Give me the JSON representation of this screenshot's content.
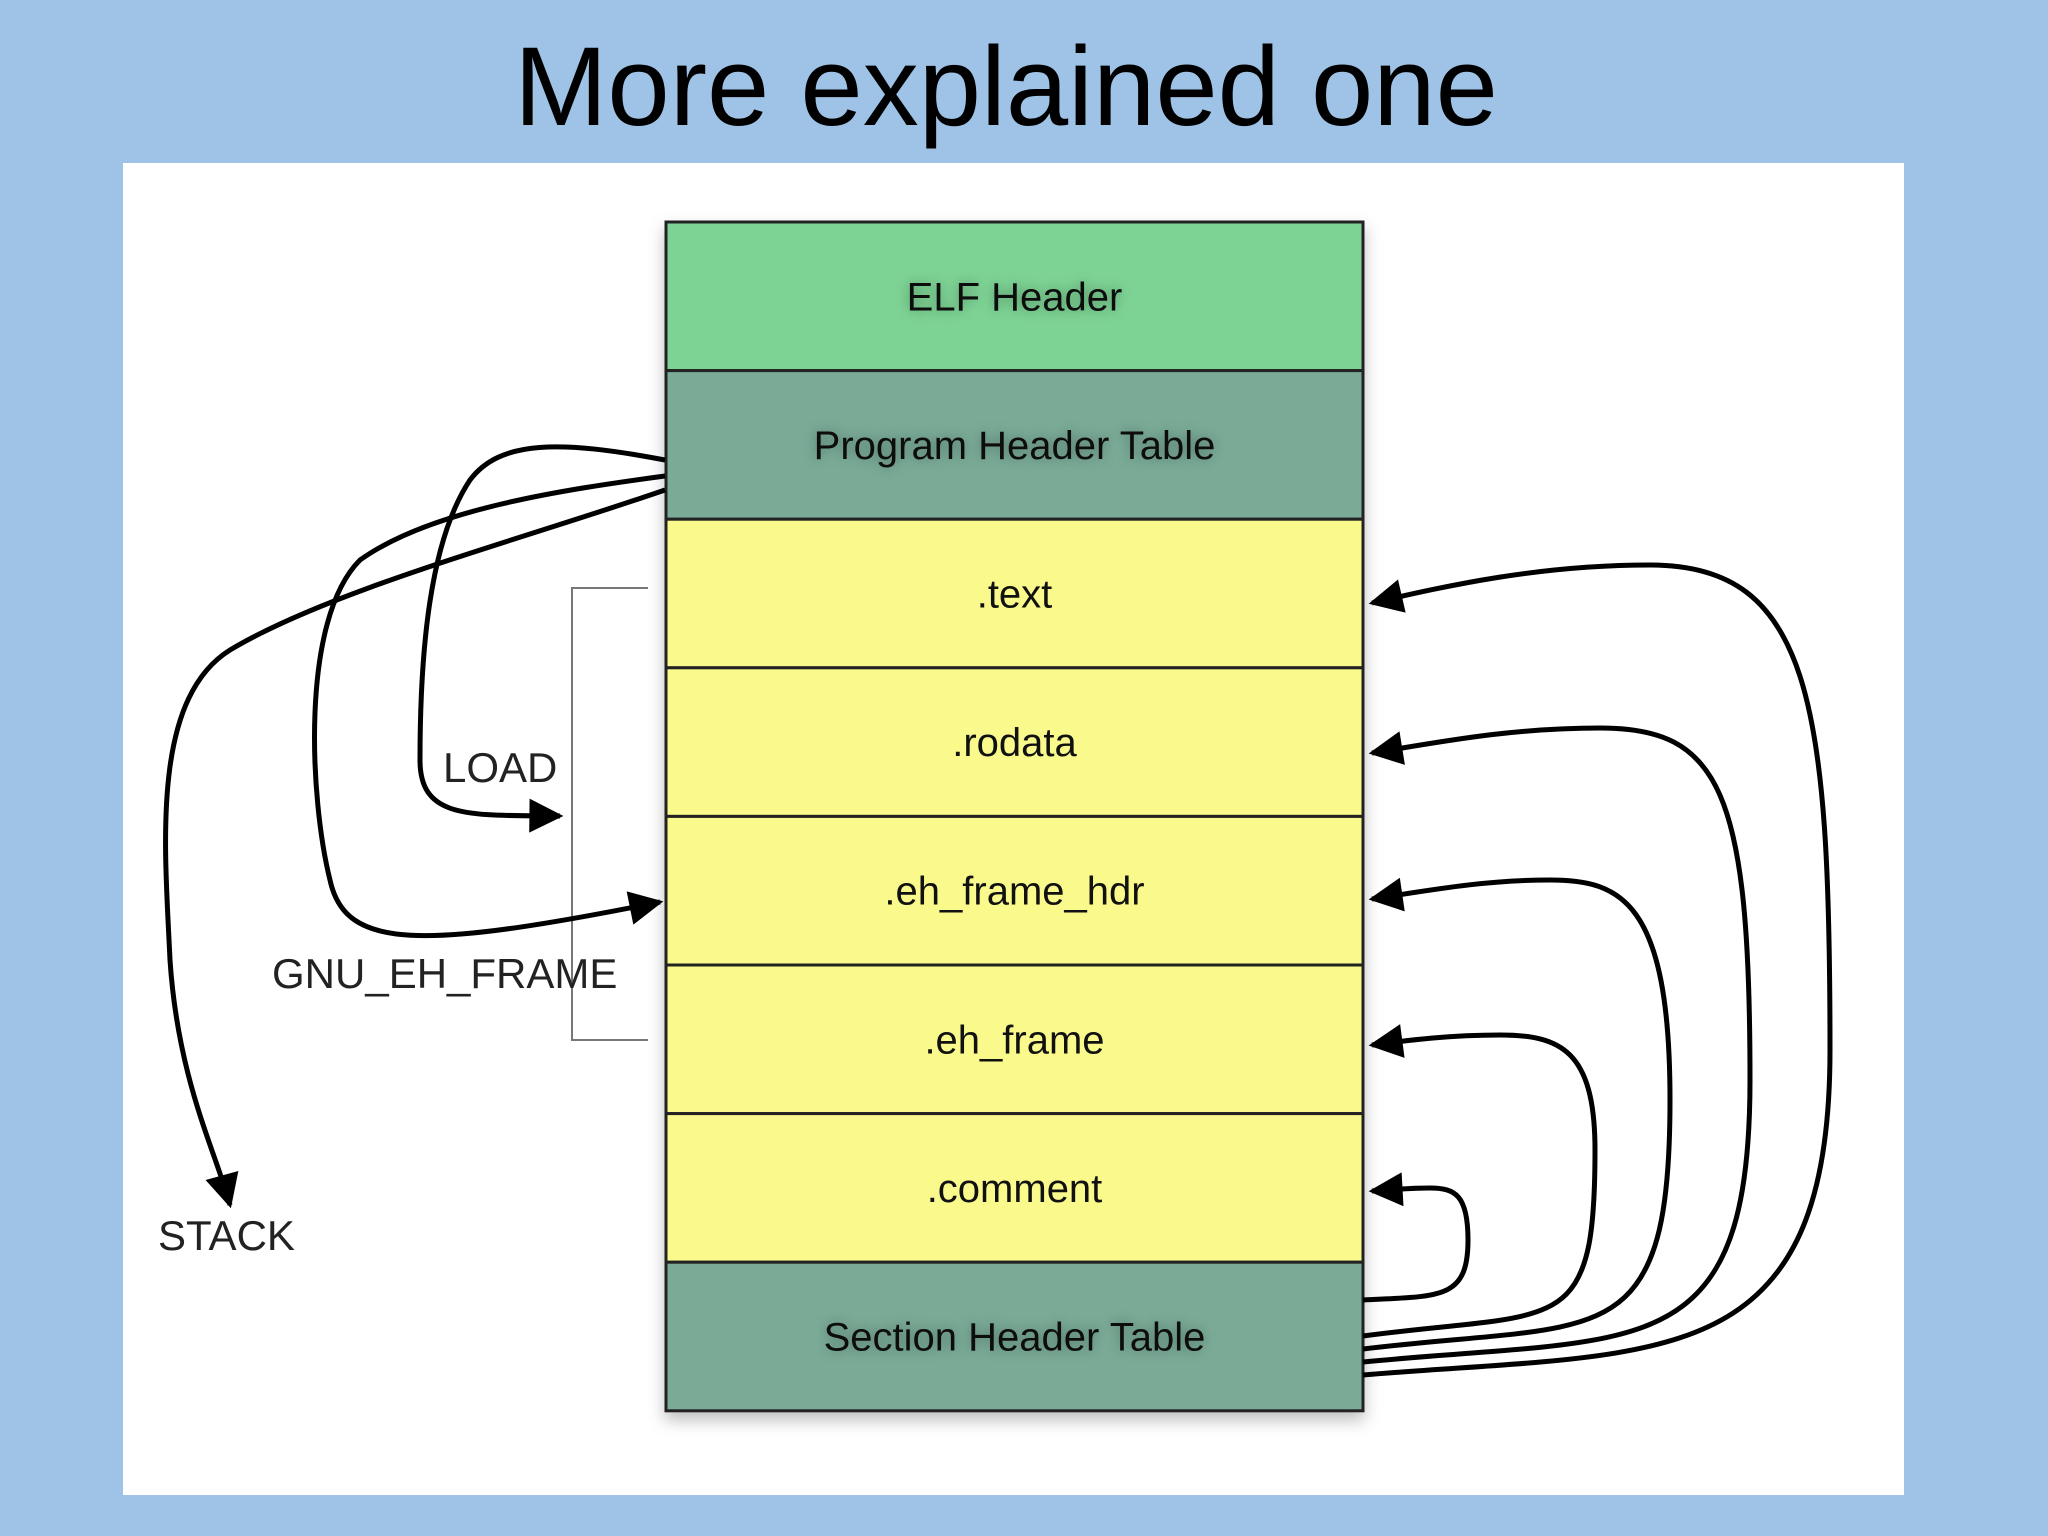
{
  "slide": {
    "title": "More explained one"
  },
  "colors": {
    "background": "#9fc3e6",
    "panel": "#ffffff",
    "header_green": "#7dd394",
    "table_teal": "#7aab97",
    "section_yellow": "#fafa8c",
    "arrow": "#000000"
  },
  "diagram": {
    "sections": [
      {
        "id": "elf-header",
        "label": "ELF Header",
        "kind": "header"
      },
      {
        "id": "program-header-table",
        "label": "Program Header Table",
        "kind": "table"
      },
      {
        "id": "text",
        "label": ".text",
        "kind": "section"
      },
      {
        "id": "rodata",
        "label": ".rodata",
        "kind": "section"
      },
      {
        "id": "eh-frame-hdr",
        "label": ".eh_frame_hdr",
        "kind": "section"
      },
      {
        "id": "eh-frame",
        "label": ".eh_frame",
        "kind": "section"
      },
      {
        "id": "comment",
        "label": ".comment",
        "kind": "section"
      },
      {
        "id": "section-header-table",
        "label": "Section Header Table",
        "kind": "table"
      }
    ],
    "segments": [
      {
        "id": "load",
        "label": "LOAD"
      },
      {
        "id": "gnu-eh-frame",
        "label": "GNU_EH_FRAME"
      },
      {
        "id": "stack",
        "label": "STACK"
      }
    ]
  }
}
